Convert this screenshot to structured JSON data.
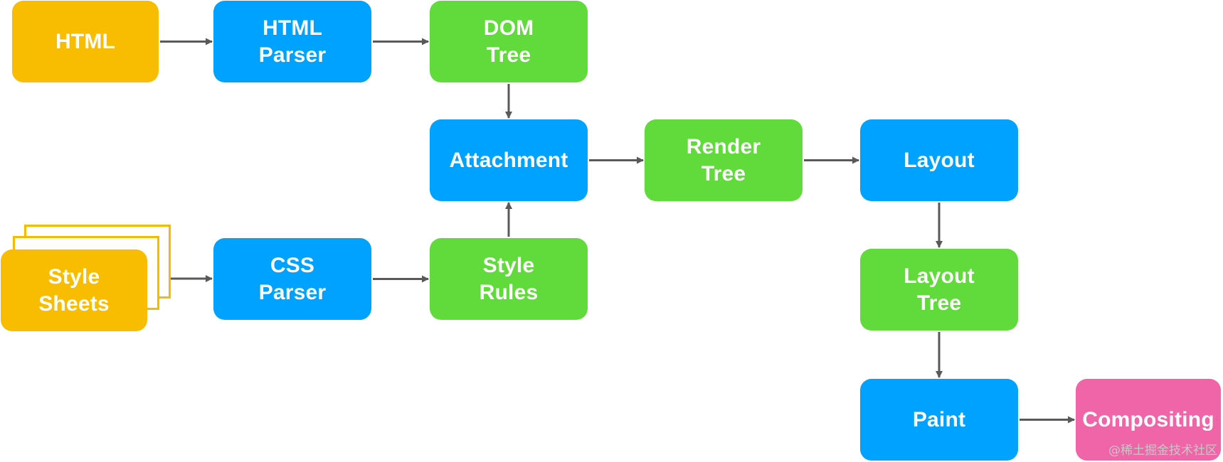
{
  "colors": {
    "orange": "#f8bd00",
    "blue": "#00a2ff",
    "green": "#61da3b",
    "pink": "#f065a8",
    "arrow": "#595959"
  },
  "nodes": {
    "html": {
      "label": "HTML",
      "color": "orange"
    },
    "html_parser": {
      "label": "HTML\nParser",
      "color": "blue"
    },
    "dom_tree": {
      "label": "DOM\nTree",
      "color": "green"
    },
    "attachment": {
      "label": "Attachment",
      "color": "blue"
    },
    "render_tree": {
      "label": "Render\nTree",
      "color": "green"
    },
    "layout": {
      "label": "Layout",
      "color": "blue"
    },
    "style_sheets": {
      "label": "Style\nSheets",
      "color": "orange"
    },
    "css_parser": {
      "label": "CSS\nParser",
      "color": "blue"
    },
    "style_rules": {
      "label": "Style\nRules",
      "color": "green"
    },
    "layout_tree": {
      "label": "Layout\nTree",
      "color": "green"
    },
    "paint": {
      "label": "Paint",
      "color": "blue"
    },
    "compositing": {
      "label": "Compositing",
      "color": "pink"
    }
  },
  "edges": [
    {
      "from": "html",
      "to": "html_parser"
    },
    {
      "from": "html_parser",
      "to": "dom_tree"
    },
    {
      "from": "dom_tree",
      "to": "attachment"
    },
    {
      "from": "style_sheets",
      "to": "css_parser"
    },
    {
      "from": "css_parser",
      "to": "style_rules"
    },
    {
      "from": "style_rules",
      "to": "attachment"
    },
    {
      "from": "attachment",
      "to": "render_tree"
    },
    {
      "from": "render_tree",
      "to": "layout"
    },
    {
      "from": "layout",
      "to": "layout_tree"
    },
    {
      "from": "layout_tree",
      "to": "paint"
    },
    {
      "from": "paint",
      "to": "compositing"
    }
  ],
  "watermark": "@稀土掘金技术社区"
}
